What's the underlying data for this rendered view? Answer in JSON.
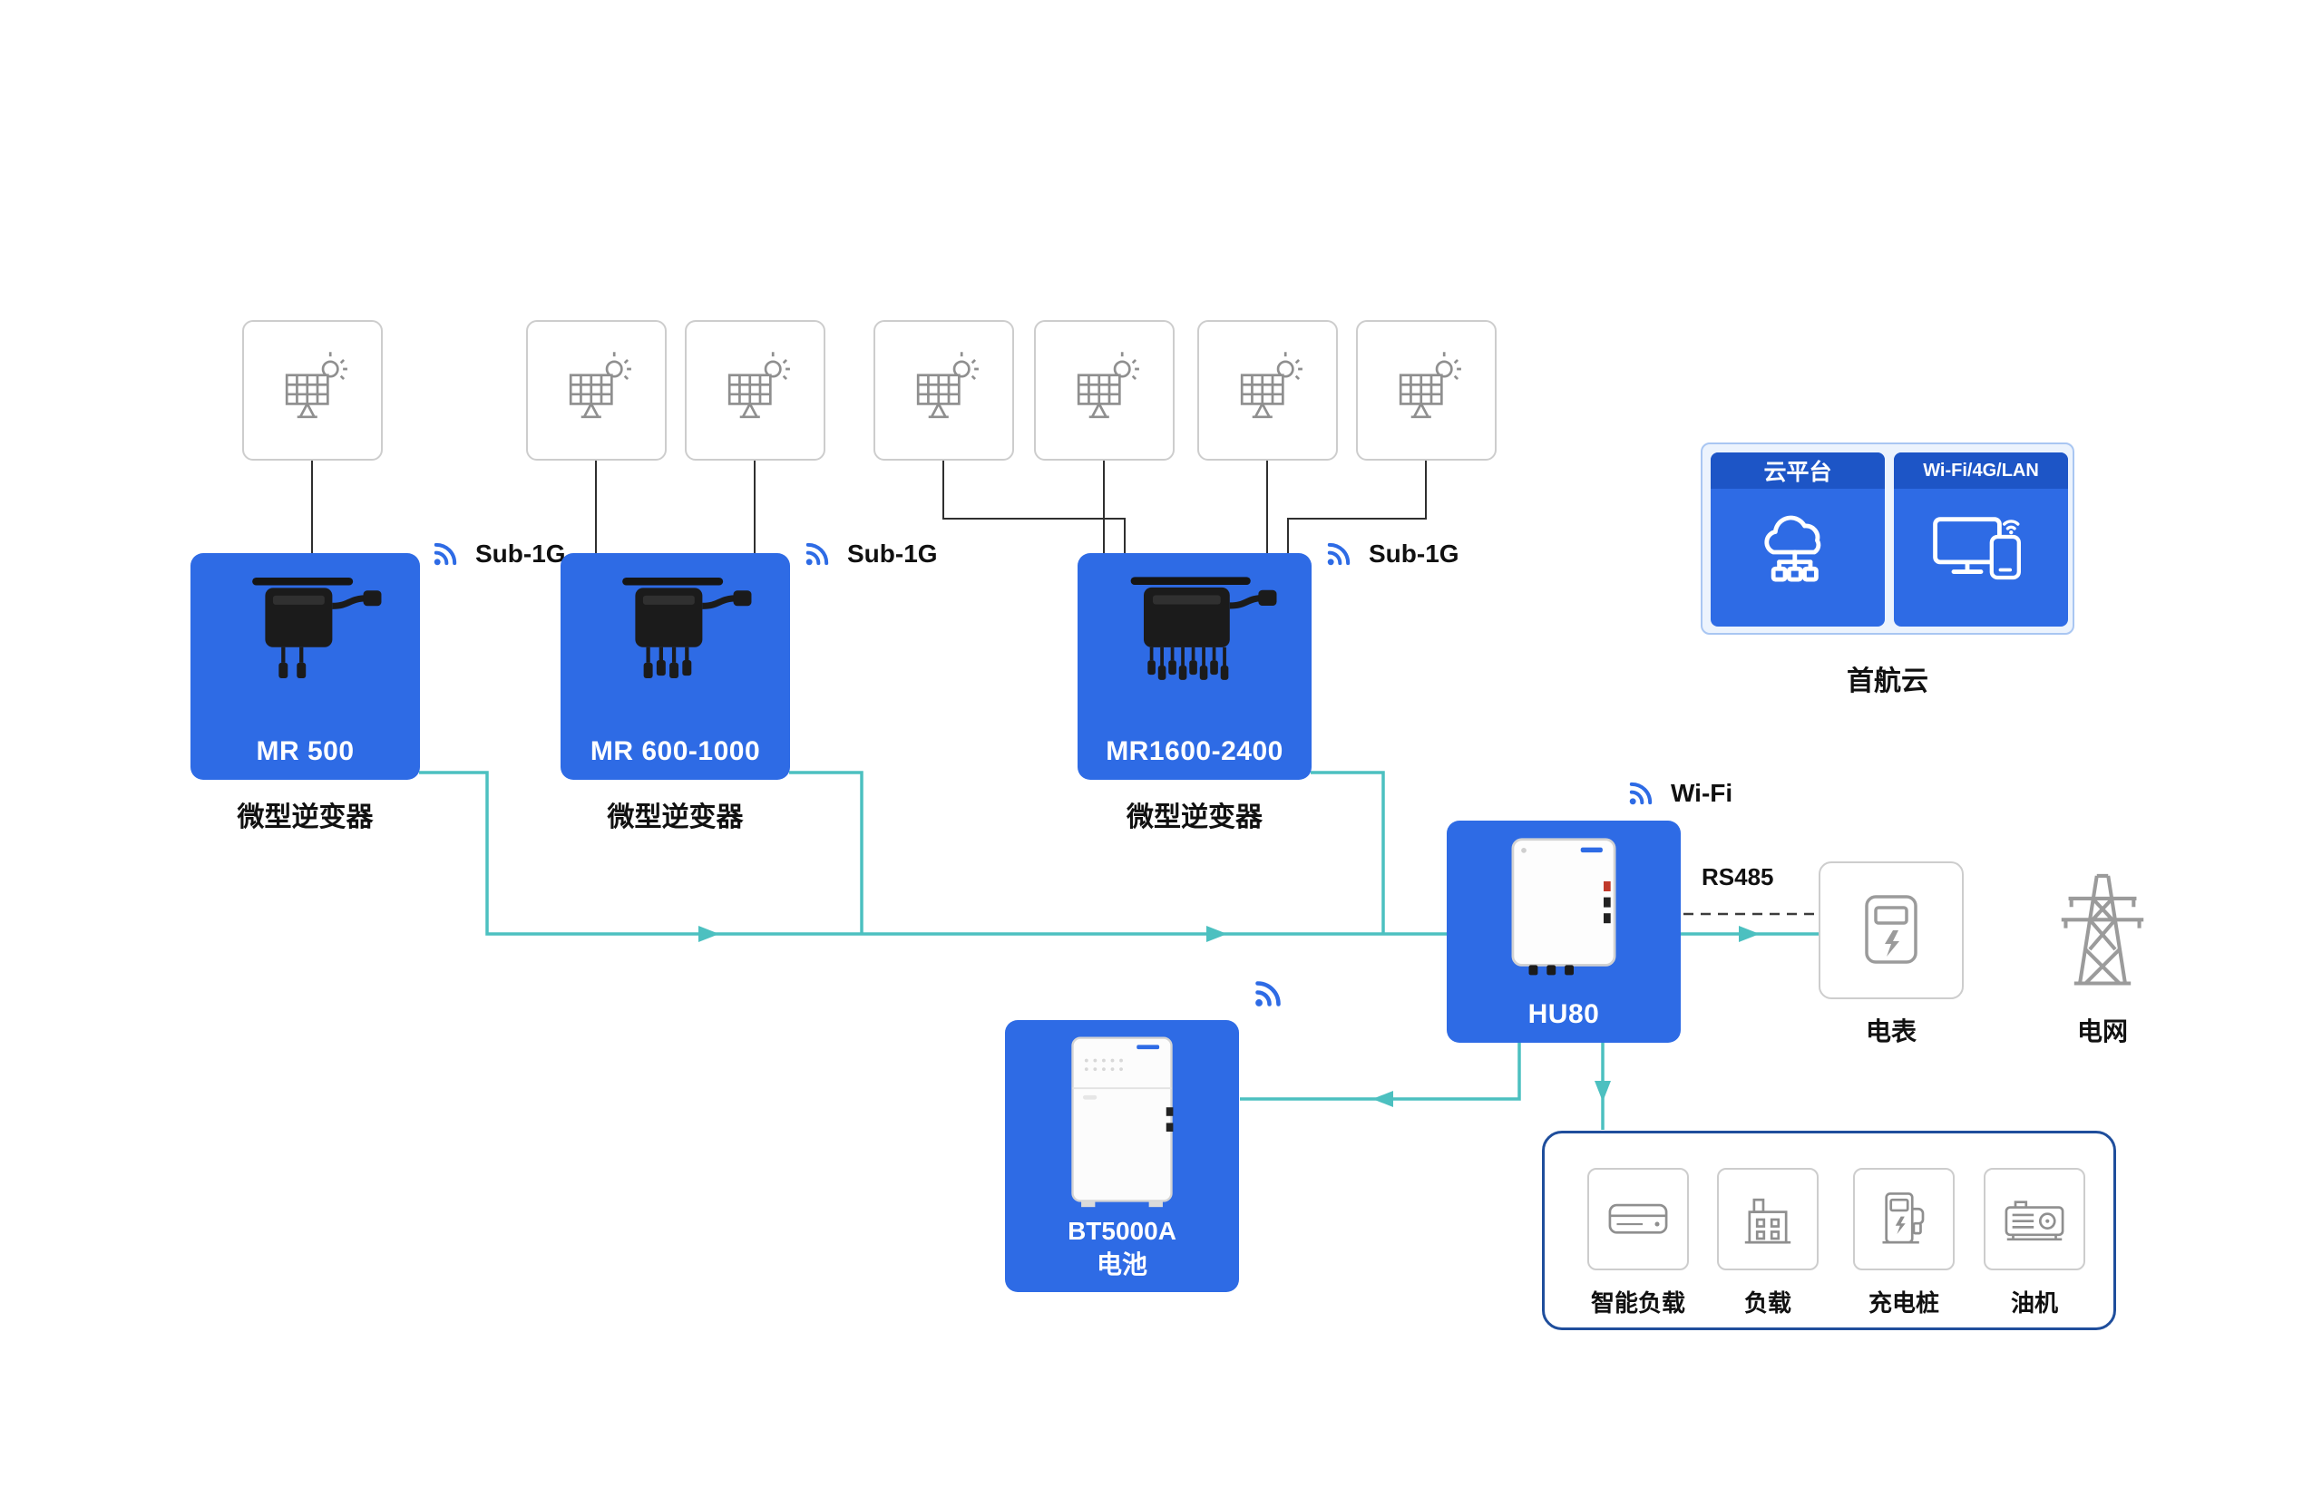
{
  "colors": {
    "brand_blue": "#2e6be5",
    "header_blue": "#1d55c6",
    "line_teal": "#4cc0c0"
  },
  "solar": {
    "panel_count": 7
  },
  "inverters": [
    {
      "model": "MR 500",
      "type": "微型逆变器",
      "radio": "Sub-1G"
    },
    {
      "model": "MR 600-1000",
      "type": "微型逆变器",
      "radio": "Sub-1G"
    },
    {
      "model": "MR1600-2400",
      "type": "微型逆变器",
      "radio": "Sub-1G"
    }
  ],
  "cloud": {
    "platform": "云平台",
    "connectivity": "Wi-Fi/4G/LAN",
    "name": "首航云"
  },
  "hub": {
    "model": "HU80",
    "radio": "Wi-Fi",
    "meter_link": "RS485"
  },
  "battery": {
    "model": "BT5000A",
    "type": "电池"
  },
  "meter": {
    "label": "电表"
  },
  "grid": {
    "label": "电网"
  },
  "loads": {
    "items": [
      {
        "label": "智能负载"
      },
      {
        "label": "负载"
      },
      {
        "label": "充电桩"
      },
      {
        "label": "油机"
      }
    ]
  }
}
